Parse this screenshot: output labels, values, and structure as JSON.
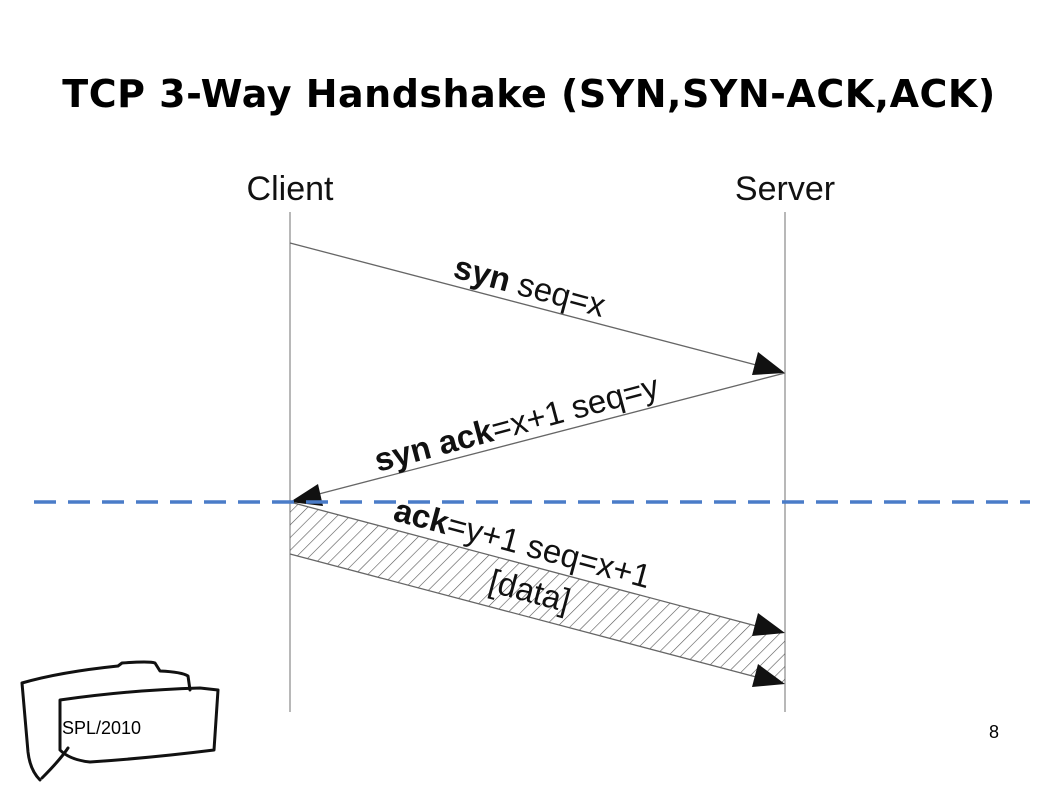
{
  "slide": {
    "title": "TCP 3-Way Handshake (SYN,SYN-ACK,ACK)",
    "footer_label": "SPL/2010",
    "page_number": "8"
  },
  "diagram": {
    "client_label": "Client",
    "server_label": "Server",
    "msg1": {
      "bold": "syn",
      "rest": " seq=x"
    },
    "msg2": {
      "bold1": "syn",
      "space": " ",
      "bold2": "ack",
      "rest": "=x+1 seq=y"
    },
    "msg3": {
      "bold": "ack",
      "rest": "=y+1 seq=x+1",
      "line2": "[data]"
    },
    "colors": {
      "divider": "#4a7cc8",
      "line": "#888888",
      "arrow": "#111111",
      "hatch": "#555555"
    }
  }
}
